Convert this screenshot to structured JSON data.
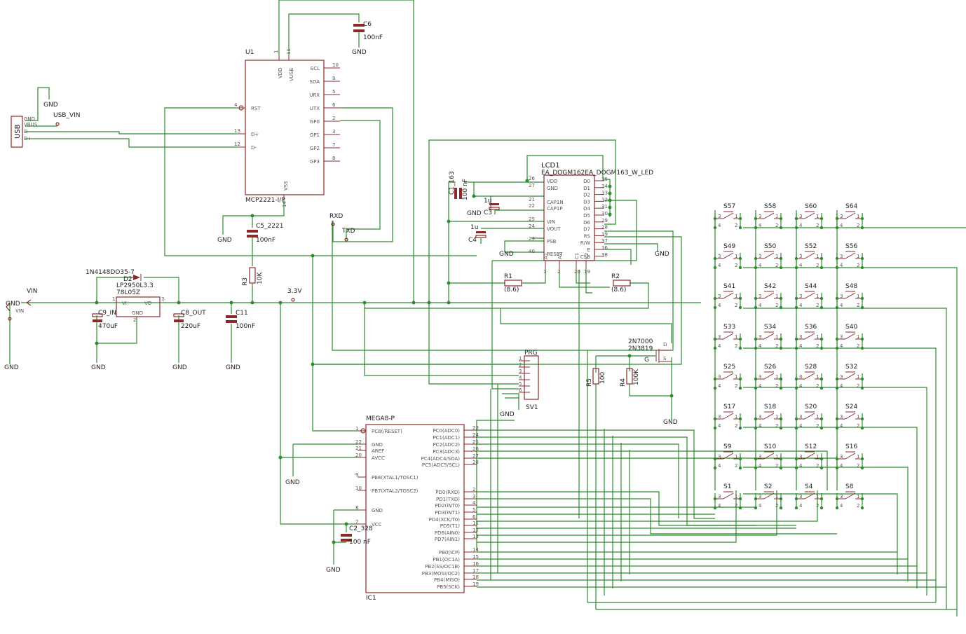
{
  "u1": {
    "ref": "U1",
    "value": "MCP2221-I/P",
    "left_pins": [
      {
        "num": "4",
        "name": "RST"
      },
      {
        "num": "13",
        "name": "D+"
      },
      {
        "num": "12",
        "name": "D-"
      }
    ],
    "right_pins": [
      {
        "num": "10",
        "name": "SCL"
      },
      {
        "num": "9",
        "name": "SDA"
      },
      {
        "num": "5",
        "name": "URX"
      },
      {
        "num": "6",
        "name": "UTX"
      },
      {
        "num": "2",
        "name": "GP0"
      },
      {
        "num": "3",
        "name": "GP1"
      },
      {
        "num": "7",
        "name": "GP2"
      },
      {
        "num": "8",
        "name": "GP3"
      }
    ],
    "top_pins": [
      {
        "num": "1",
        "name": "VDD"
      },
      {
        "num": "11",
        "name": "VUSB"
      }
    ],
    "bottom_pins": [
      {
        "num": "14",
        "name": "VSS"
      }
    ]
  },
  "usb": {
    "label": "USB",
    "pins": [
      "GND",
      "VBUS",
      "D-",
      "D+"
    ]
  },
  "lcd": {
    "ref": "LCD1",
    "value": "EA_DOGM162EA_DOGM163_W_LED",
    "left_pins": [
      {
        "num": "26",
        "name": "VDD"
      },
      {
        "num": "27",
        "name": "GND"
      },
      {
        "num": "21",
        "name": "CAP1N"
      },
      {
        "num": "22",
        "name": "CAP1P"
      },
      {
        "num": "25",
        "name": "VIN"
      },
      {
        "num": "24",
        "name": "VOUT"
      },
      {
        "num": "23",
        "name": "PSB"
      },
      {
        "num": "40",
        "name": "RESET"
      }
    ],
    "right_pins": [
      {
        "num": "35",
        "name": "D0"
      },
      {
        "num": "34",
        "name": "D1"
      },
      {
        "num": "33",
        "name": "D2"
      },
      {
        "num": "32",
        "name": "D3"
      },
      {
        "num": "31",
        "name": "D4"
      },
      {
        "num": "30",
        "name": "D5"
      },
      {
        "num": "29",
        "name": "D6"
      },
      {
        "num": "28",
        "name": "D7"
      },
      {
        "num": "39",
        "name": "RS"
      },
      {
        "num": "37",
        "name": "R/W"
      },
      {
        "num": "36",
        "name": "E"
      },
      {
        "num": "38",
        "name": "CSB"
      }
    ],
    "bottom_pins": [
      "1",
      "2",
      "20",
      "19"
    ],
    "bottom_names": [
      "A1",
      "A2",
      "C1",
      "C2"
    ]
  },
  "mega": {
    "ref": "IC1",
    "value": "MEGA8-P",
    "left_pins": [
      {
        "num": "1",
        "name": "PC6(/RESET)"
      },
      {
        "num": "22",
        "name": "GND"
      },
      {
        "num": "21",
        "name": "AREF"
      },
      {
        "num": "20",
        "name": "AVCC"
      },
      {
        "num": "9",
        "name": "PB6(XTAL1/TOSC1)"
      },
      {
        "num": "10",
        "name": "PB7(XTAL2/TOSC2)"
      },
      {
        "num": "8",
        "name": "GND"
      },
      {
        "num": "7",
        "name": "VCC"
      }
    ],
    "right_pins": [
      {
        "num": "23",
        "name": "PC0(ADC0)"
      },
      {
        "num": "24",
        "name": "PC1(ADC1)"
      },
      {
        "num": "25",
        "name": "PC2(ADC2)"
      },
      {
        "num": "26",
        "name": "PC3(ADC3)"
      },
      {
        "num": "27",
        "name": "PC4(ADC4/SDA)"
      },
      {
        "num": "28",
        "name": "PC5(ADC5/SCL)"
      },
      {
        "num": "2",
        "name": "PD0(RXD)"
      },
      {
        "num": "3",
        "name": "PD1(TXD)"
      },
      {
        "num": "4",
        "name": "PD2(INT0)"
      },
      {
        "num": "5",
        "name": "PD3(INT1)"
      },
      {
        "num": "6",
        "name": "PD4(XCK/T0)"
      },
      {
        "num": "11",
        "name": "PD5(T1)"
      },
      {
        "num": "12",
        "name": "PD6(AIN0)"
      },
      {
        "num": "13",
        "name": "PD7(AIN1)"
      },
      {
        "num": "14",
        "name": "PB0(ICP)"
      },
      {
        "num": "15",
        "name": "PB1(OC1A)"
      },
      {
        "num": "16",
        "name": "PB2(SS/OC1B)"
      },
      {
        "num": "17",
        "name": "PB3(MOSI/OC2)"
      },
      {
        "num": "18",
        "name": "PB4(MISO)"
      },
      {
        "num": "19",
        "name": "PB5(SCK)"
      }
    ]
  },
  "regulator": {
    "ref": "LP2950L3.3",
    "value": "78L05Z",
    "pins": [
      "VI",
      "GND",
      "VO"
    ],
    "pin_nums": [
      "1",
      "2",
      "3"
    ]
  },
  "diode": {
    "ref": "D2",
    "value": "1N4148DO35-7"
  },
  "connector": {
    "ref": "SV1",
    "value": "PRG",
    "pins": [
      "1",
      "2",
      "3",
      "4",
      "5",
      "6"
    ]
  },
  "transistor": {
    "value1": "2N7000",
    "value2": "2N3819",
    "pins": [
      "D",
      "G",
      "S"
    ]
  },
  "caps": [
    {
      "ref": "C6",
      "value": "100nF"
    },
    {
      "ref": "C5_2221",
      "value": "100nF"
    },
    {
      "ref": "C1_163",
      "value": "100 nF"
    },
    {
      "ref": "C3",
      "value": "1u"
    },
    {
      "ref": "C4",
      "value": "1u"
    },
    {
      "ref": "C9_IN",
      "value": "470uF"
    },
    {
      "ref": "C8_OUT",
      "value": "220uF"
    },
    {
      "ref": "C11",
      "value": "100nF"
    },
    {
      "ref": "C2_328",
      "value": "100 nF"
    }
  ],
  "resistors": [
    {
      "ref": "R3",
      "value": "10K"
    },
    {
      "ref": "R1",
      "value": "(8.6)"
    },
    {
      "ref": "R2",
      "value": "(8.6)"
    },
    {
      "ref": "R5",
      "value": "100"
    },
    {
      "ref": "R4",
      "value": "100K"
    }
  ],
  "nets": {
    "gnd": "GND",
    "usb_vin": "USB_VIN",
    "vin": "VIN",
    "v33": "3.3V",
    "rxd": "RXD",
    "txd": "TXD",
    "gnd_rot": "GND",
    "vin_rot": "VIN"
  },
  "switch_pins": [
    "3",
    "1",
    "4",
    "2"
  ],
  "switch_rows": [
    [
      "S57",
      "S58",
      "S60",
      "S64"
    ],
    [
      "S49",
      "S50",
      "S52",
      "S56"
    ],
    [
      "S41",
      "S42",
      "S44",
      "S48"
    ],
    [
      "S33",
      "S34",
      "S36",
      "S40"
    ],
    [
      "S25",
      "S26",
      "S28",
      "S32"
    ],
    [
      "S17",
      "S18",
      "S20",
      "S24"
    ],
    [
      "S9",
      "S10",
      "S12",
      "S16"
    ],
    [
      "S1",
      "S2",
      "S4",
      "S8"
    ]
  ],
  "colors": {
    "wire": "#2e8b2e",
    "body": "#8b2a2a",
    "text": "#222222"
  }
}
